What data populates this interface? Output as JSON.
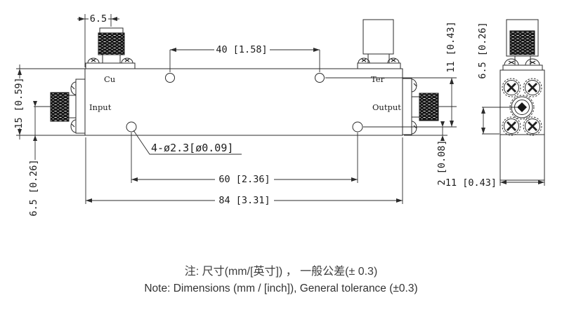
{
  "drawing": {
    "labels": {
      "coupled_port": "Cu",
      "input_port": "Input",
      "terminated_port": "Ter",
      "output_port": "Output"
    },
    "dims": {
      "cu_offset": "6.5",
      "top_hole_span": "40 [1.58]",
      "row_gap": "11 [0.43]",
      "body_height": "15 [0.59]",
      "input_offset": "6.5 [0.26]",
      "edge_gap": "2 [0.08]",
      "bottom_hole_span": "60 [2.36]",
      "body_length": "84 [3.31]",
      "hole_callout": "4-ø2.3[ø0.09]",
      "end_width": "11 [0.43]",
      "end_center_offset": "6.5 [0.26]"
    }
  },
  "notes": {
    "zh": "注: 尺寸(mm/[英寸]) ， 一般公差(± 0.3)",
    "en": "Note: Dimensions (mm / [inch]), General tolerance (±0.3)"
  },
  "colors": {
    "line": "#2b2b2b",
    "text": "#1b1b1b",
    "knurl_dark": "#161616",
    "background": "#ffffff"
  }
}
